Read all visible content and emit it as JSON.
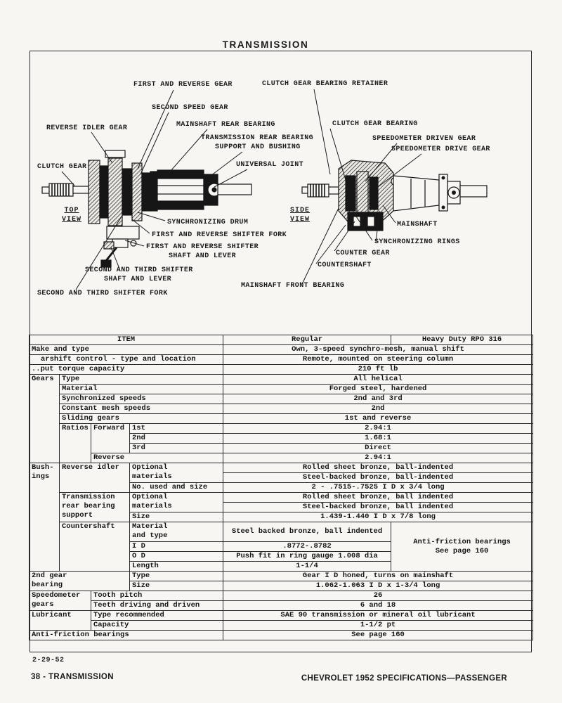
{
  "page": {
    "title": "TRANSMISSION",
    "footer": {
      "date": "2-29-52",
      "left": "38 - TRANSMISSION",
      "right": "CHEVROLET 1952 SPECIFICATIONS—PASSENGER"
    }
  },
  "diagram": {
    "top_view": {
      "line1": "TOP",
      "line2": "VIEW"
    },
    "side_view": {
      "line1": "SIDE",
      "line2": "VIEW"
    },
    "labels": [
      "FIRST AND REVERSE GEAR",
      "CLUTCH GEAR BEARING RETAINER",
      "SECOND SPEED GEAR",
      "MAINSHAFT REAR BEARING",
      "REVERSE IDLER GEAR",
      "TRANSMISSION REAR BEARING",
      "SUPPORT AND BUSHING",
      "CLUTCH GEAR BEARING",
      "SPEEDOMETER DRIVEN GEAR",
      "SPEEDOMETER DRIVE GEAR",
      "CLUTCH GEAR",
      "UNIVERSAL JOINT",
      "SYNCHRONIZING DRUM",
      "MAINSHAFT",
      "FIRST AND REVERSE SHIFTER FORK",
      "SYNCHRONIZING RINGS",
      "FIRST AND REVERSE SHIFTER",
      "SHAFT AND LEVER",
      "COUNTER GEAR",
      "COUNTERSHAFT",
      "SECOND AND THIRD SHIFTER",
      "SHAFT AND LEVER",
      "MAINSHAFT FRONT BEARING",
      "SECOND AND THIRD SHIFTER FORK"
    ]
  },
  "table": {
    "header": {
      "item": "ITEM",
      "regular": "Regular",
      "heavy": "Heavy Duty RPO 316"
    },
    "make": {
      "label": "Make and type",
      "value": "Own, 3-speed synchro-mesh, manual shift"
    },
    "gearshift": {
      "label": "arshift control - type and location",
      "value": "Remote, mounted on steering column"
    },
    "torque": {
      "label": "..put torque capacity",
      "value": "210 ft lb"
    },
    "gears": {
      "label": "Gears",
      "type": {
        "label": "Type",
        "value": "All helical"
      },
      "material": {
        "label": "Material",
        "value": "Forged steel, hardened"
      },
      "synchronized": {
        "label": "Synchronized speeds",
        "value": "2nd and 3rd"
      },
      "constant": {
        "label": "Constant mesh speeds",
        "value": "2nd"
      },
      "sliding": {
        "label": "Sliding gears",
        "value": "1st and reverse"
      },
      "ratios": {
        "label": "Ratios",
        "forward_label": "Forward",
        "first": {
          "label": "1st",
          "value": "2.94:1"
        },
        "second": {
          "label": "2nd",
          "value": "1.68:1"
        },
        "third": {
          "label": "3rd",
          "value": "Direct"
        },
        "reverse": {
          "label": "Reverse",
          "value": "2.94:1"
        }
      }
    },
    "bushings": {
      "label": "Bush-\nings",
      "reverse_idler": {
        "label": "Reverse idler",
        "optional": {
          "label": "Optional\nmaterials",
          "v1": "Rolled sheet bronze, ball-indented",
          "v2": "Steel-backed bronze, ball-indented"
        },
        "no_used": {
          "label": "No. used and size",
          "value": "2 - .7515-.7525 I D x 3/4 long"
        }
      },
      "trans_rear": {
        "label": "Transmission\nrear bearing\nsupport",
        "optional": {
          "label": "Optional\nmaterials",
          "v1": "Rolled sheet bronze, ball indented",
          "v2": "Steel-backed bronze, ball indented"
        },
        "size": {
          "label": "Size",
          "value": "1.439-1.440 I D x 7/8 long"
        }
      },
      "countershaft": {
        "label": "Countershaft",
        "material": {
          "label": "Material\nand type",
          "value": "Steel backed bronze, ball indented"
        },
        "id": {
          "label": "I D",
          "value": ".8772-.8782"
        },
        "od": {
          "label": "O D",
          "value": "Push fit in ring gauge 1.008 dia"
        },
        "length": {
          "label": "Length",
          "value": "1-1/4"
        },
        "anti_friction": "Anti-friction bearings\nSee page 160"
      }
    },
    "second_gear": {
      "label": "2nd gear\nbearing",
      "type": {
        "label": "Type",
        "value": "Gear I D honed, turns on mainshaft"
      },
      "size": {
        "label": "Size",
        "value": "1.062-1.063 I D x 1-3/4 long"
      }
    },
    "speedometer": {
      "label": "Speedometer\ngears",
      "pitch": {
        "label": "Tooth pitch",
        "value": "26"
      },
      "teeth": {
        "label": "Teeth driving and driven",
        "value": "6 and 18"
      }
    },
    "lubricant": {
      "label": "Lubricant",
      "type": {
        "label": "Type recommended",
        "value": "SAE 90 transmission or mineral oil lubricant"
      },
      "capacity": {
        "label": "Capacity",
        "value": "1-1/2 pt"
      }
    },
    "anti_friction": {
      "label": "Anti-friction bearings",
      "value": "See page 160"
    }
  }
}
